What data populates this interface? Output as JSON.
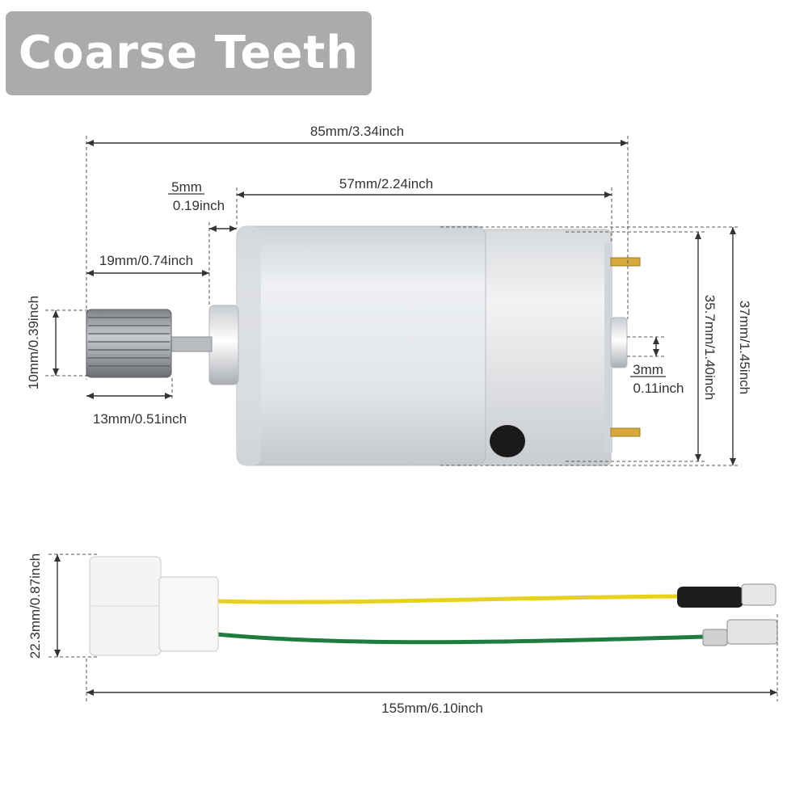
{
  "badge": {
    "text": "Coarse Teeth",
    "background": "#ababab",
    "color": "#ffffff"
  },
  "motor_dimensions": {
    "overall_length": "85mm/3.34inch",
    "body_length": "57mm/2.24inch",
    "boss_length_mm": "5mm",
    "boss_length_inch": "0.19inch",
    "shaft_length": "19mm/0.74inch",
    "gear_diameter": "10mm/0.39inch",
    "gear_length": "13mm/0.51inch",
    "rear_boss_mm": "3mm",
    "rear_boss_inch": "0.11inch",
    "body_diameter": "35.7mm/1.40inch",
    "overall_height": "37mm/1.45inch"
  },
  "harness_dimensions": {
    "connector_height": "22.3mm/0.87inch",
    "total_length": "155mm/6.10inch"
  },
  "colors": {
    "yellow_wire": "#e6d21c",
    "green_wire": "#1e7d3e",
    "motor_can": "#e3e6ea",
    "connector": "#f4f4f2"
  }
}
